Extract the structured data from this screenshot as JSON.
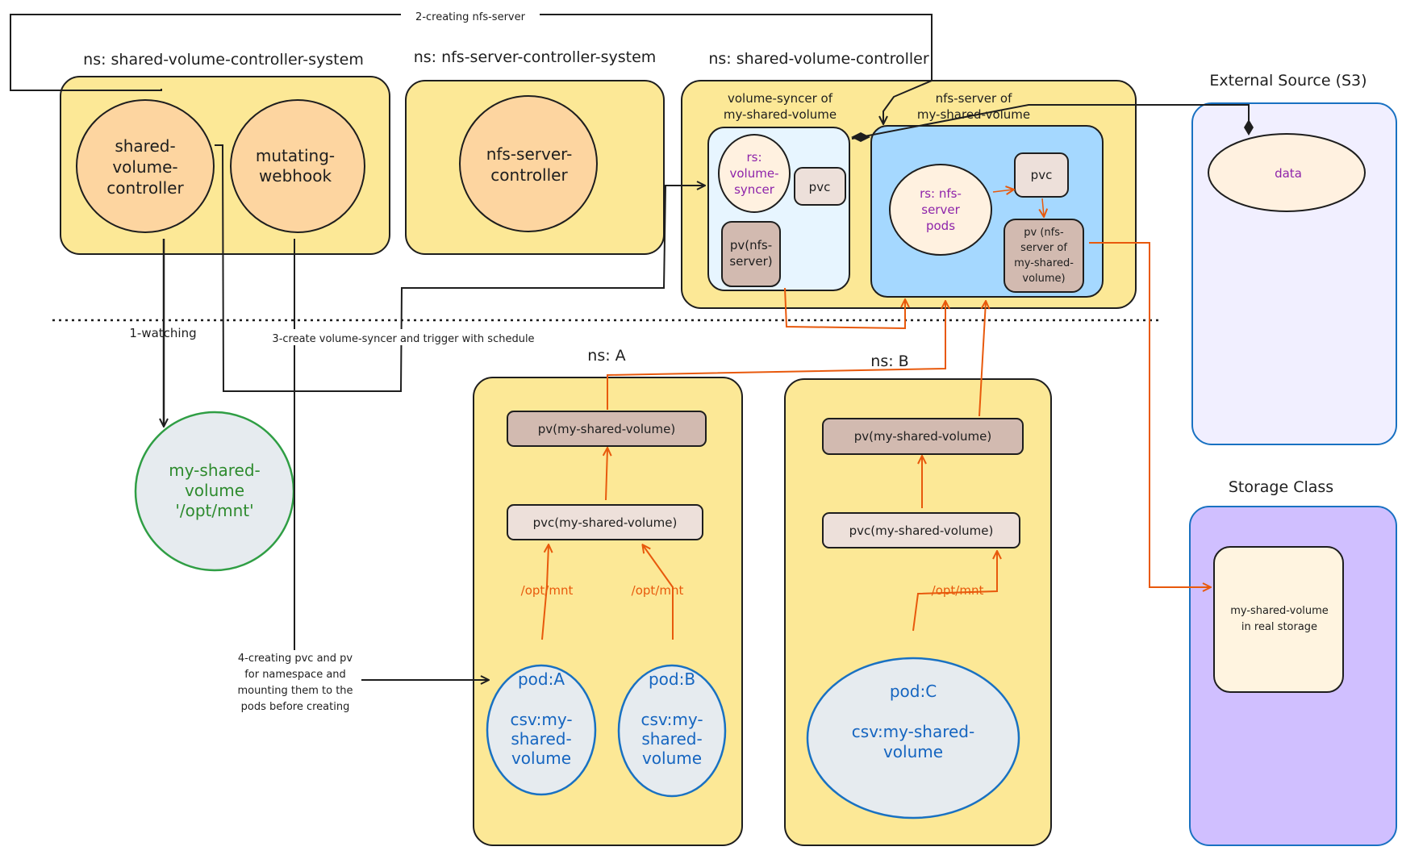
{
  "arrow_labels": {
    "creating_nfs_server": "2-creating nfs-server",
    "watching": "1-watching",
    "create_volume_syncer": "3-create volume-syncer and trigger with schedule",
    "creating_pvc_pv": [
      "4-creating pvc and pv",
      "for namespace and",
      "mounting them to the",
      "pods before creating"
    ]
  },
  "namespaces": {
    "shared_volume_controller_system": {
      "title": "ns: shared-volume-controller-system",
      "controller": [
        "shared-",
        "volume-",
        "controller"
      ],
      "webhook": [
        "mutating-",
        "webhook"
      ]
    },
    "nfs_server_controller_system": {
      "title": "ns: nfs-server-controller-system",
      "controller": [
        "nfs-server-",
        "controller"
      ]
    },
    "shared_volume_controller": {
      "title": "ns: shared-volume-controller",
      "volume_syncer_group": {
        "title": [
          "volume-syncer of",
          "my-shared-volume"
        ],
        "rs": [
          "rs:",
          "volume-",
          "syncer"
        ],
        "pvc": "pvc",
        "pv": [
          "pv(nfs-",
          "server)"
        ]
      },
      "nfs_server_group": {
        "title": [
          "nfs-server of",
          "my-shared-volume"
        ],
        "rs": [
          "rs: nfs-",
          "server",
          "pods"
        ],
        "pvc": "pvc",
        "pv": [
          "pv (nfs-",
          "server of",
          "my-shared-",
          "volume)"
        ]
      }
    },
    "ns_a": {
      "title": "ns: A",
      "pv": "pv(my-shared-volume)",
      "pvc": "pvc(my-shared-volume)",
      "mount_1": "/opt/mnt",
      "mount_2": "/opt/mnt",
      "pod_a": {
        "name": "pod:A",
        "csv": [
          "csv:my-",
          "shared-",
          "volume"
        ]
      },
      "pod_b": {
        "name": "pod:B",
        "csv": [
          "csv:my-",
          "shared-",
          "volume"
        ]
      }
    },
    "ns_b": {
      "title": "ns: B",
      "pv": "pv(my-shared-volume)",
      "pvc": "pvc(my-shared-volume)",
      "mount": "/opt/mnt",
      "pod_c": {
        "name": "pod:C",
        "csv": [
          "csv:my-shared-",
          "volume"
        ]
      }
    }
  },
  "shared_volume": [
    "my-shared-",
    "volume",
    "'/opt/mnt'"
  ],
  "external_source": {
    "title": "External Source (S3)",
    "data": "data"
  },
  "storage_class": {
    "title": "Storage Class",
    "item": [
      "my-shared-volume",
      "in real storage"
    ]
  },
  "colors": {
    "namespace_fill": "#fce896",
    "controller_fill": "#fdd5a0",
    "resource_brown": "#d2bab0",
    "resource_light": "#ede0da",
    "pod_fill": "#e6ebef",
    "blue_stroke": "#1971c2",
    "orange_arrow": "#e8590c",
    "green_text": "#2f9e44",
    "purple_text": "#9c36b5",
    "external_fill": "#f1efff",
    "storage_fill": "#d0bfff"
  }
}
